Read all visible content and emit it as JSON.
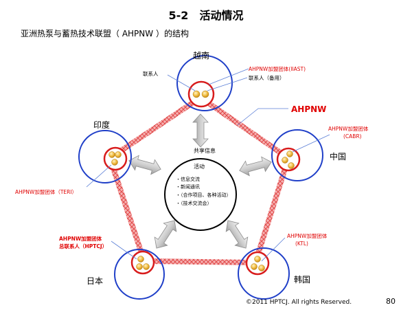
{
  "slide": {
    "title": "5-2　活动情况",
    "subtitle": "亚洲热泵与蓄热技术联盟（ AHPNW ）的结构",
    "copyright": "©2011 HPTCJ. All rights Reserved.",
    "page_number": "80"
  },
  "diagram": {
    "network_label": "AHPNW",
    "shared_info_label": "共享信息",
    "center": {
      "title": "活动",
      "items": [
        "・信息交流",
        "・新闻通讯",
        "・（合作项目、各种活动）",
        "・（技术交流会）"
      ]
    },
    "countries": {
      "vietnam": "越南",
      "india": "印度",
      "china": "中国",
      "japan": "日本",
      "korea": "韩国"
    },
    "callouts": {
      "vn_contact": "联系人",
      "vn_member": "AHPNW加盟团体(IIAST)",
      "vn_backup": "联系人（备用）",
      "cn_member_1": "AHPNW加盟团体",
      "cn_member_2": "(CABR)",
      "in_member": "AHPNW加盟团体（TERI）",
      "jp_member_1": "AHPNW加盟团体",
      "jp_member_2": "总联系人（HPTCJ）",
      "kr_member_1": "AHPNW加盟团体",
      "kr_member_2": "(KTL)"
    },
    "colors": {
      "outer_circle": "#1f3fc8",
      "inner_circle": "#d81c1c",
      "pentagon": "#f08a8a",
      "node_fill": "#f2c04a",
      "arrow": "#c8c8c8",
      "title_red": "#e00000",
      "line_blue": "#5b7fd6"
    }
  }
}
